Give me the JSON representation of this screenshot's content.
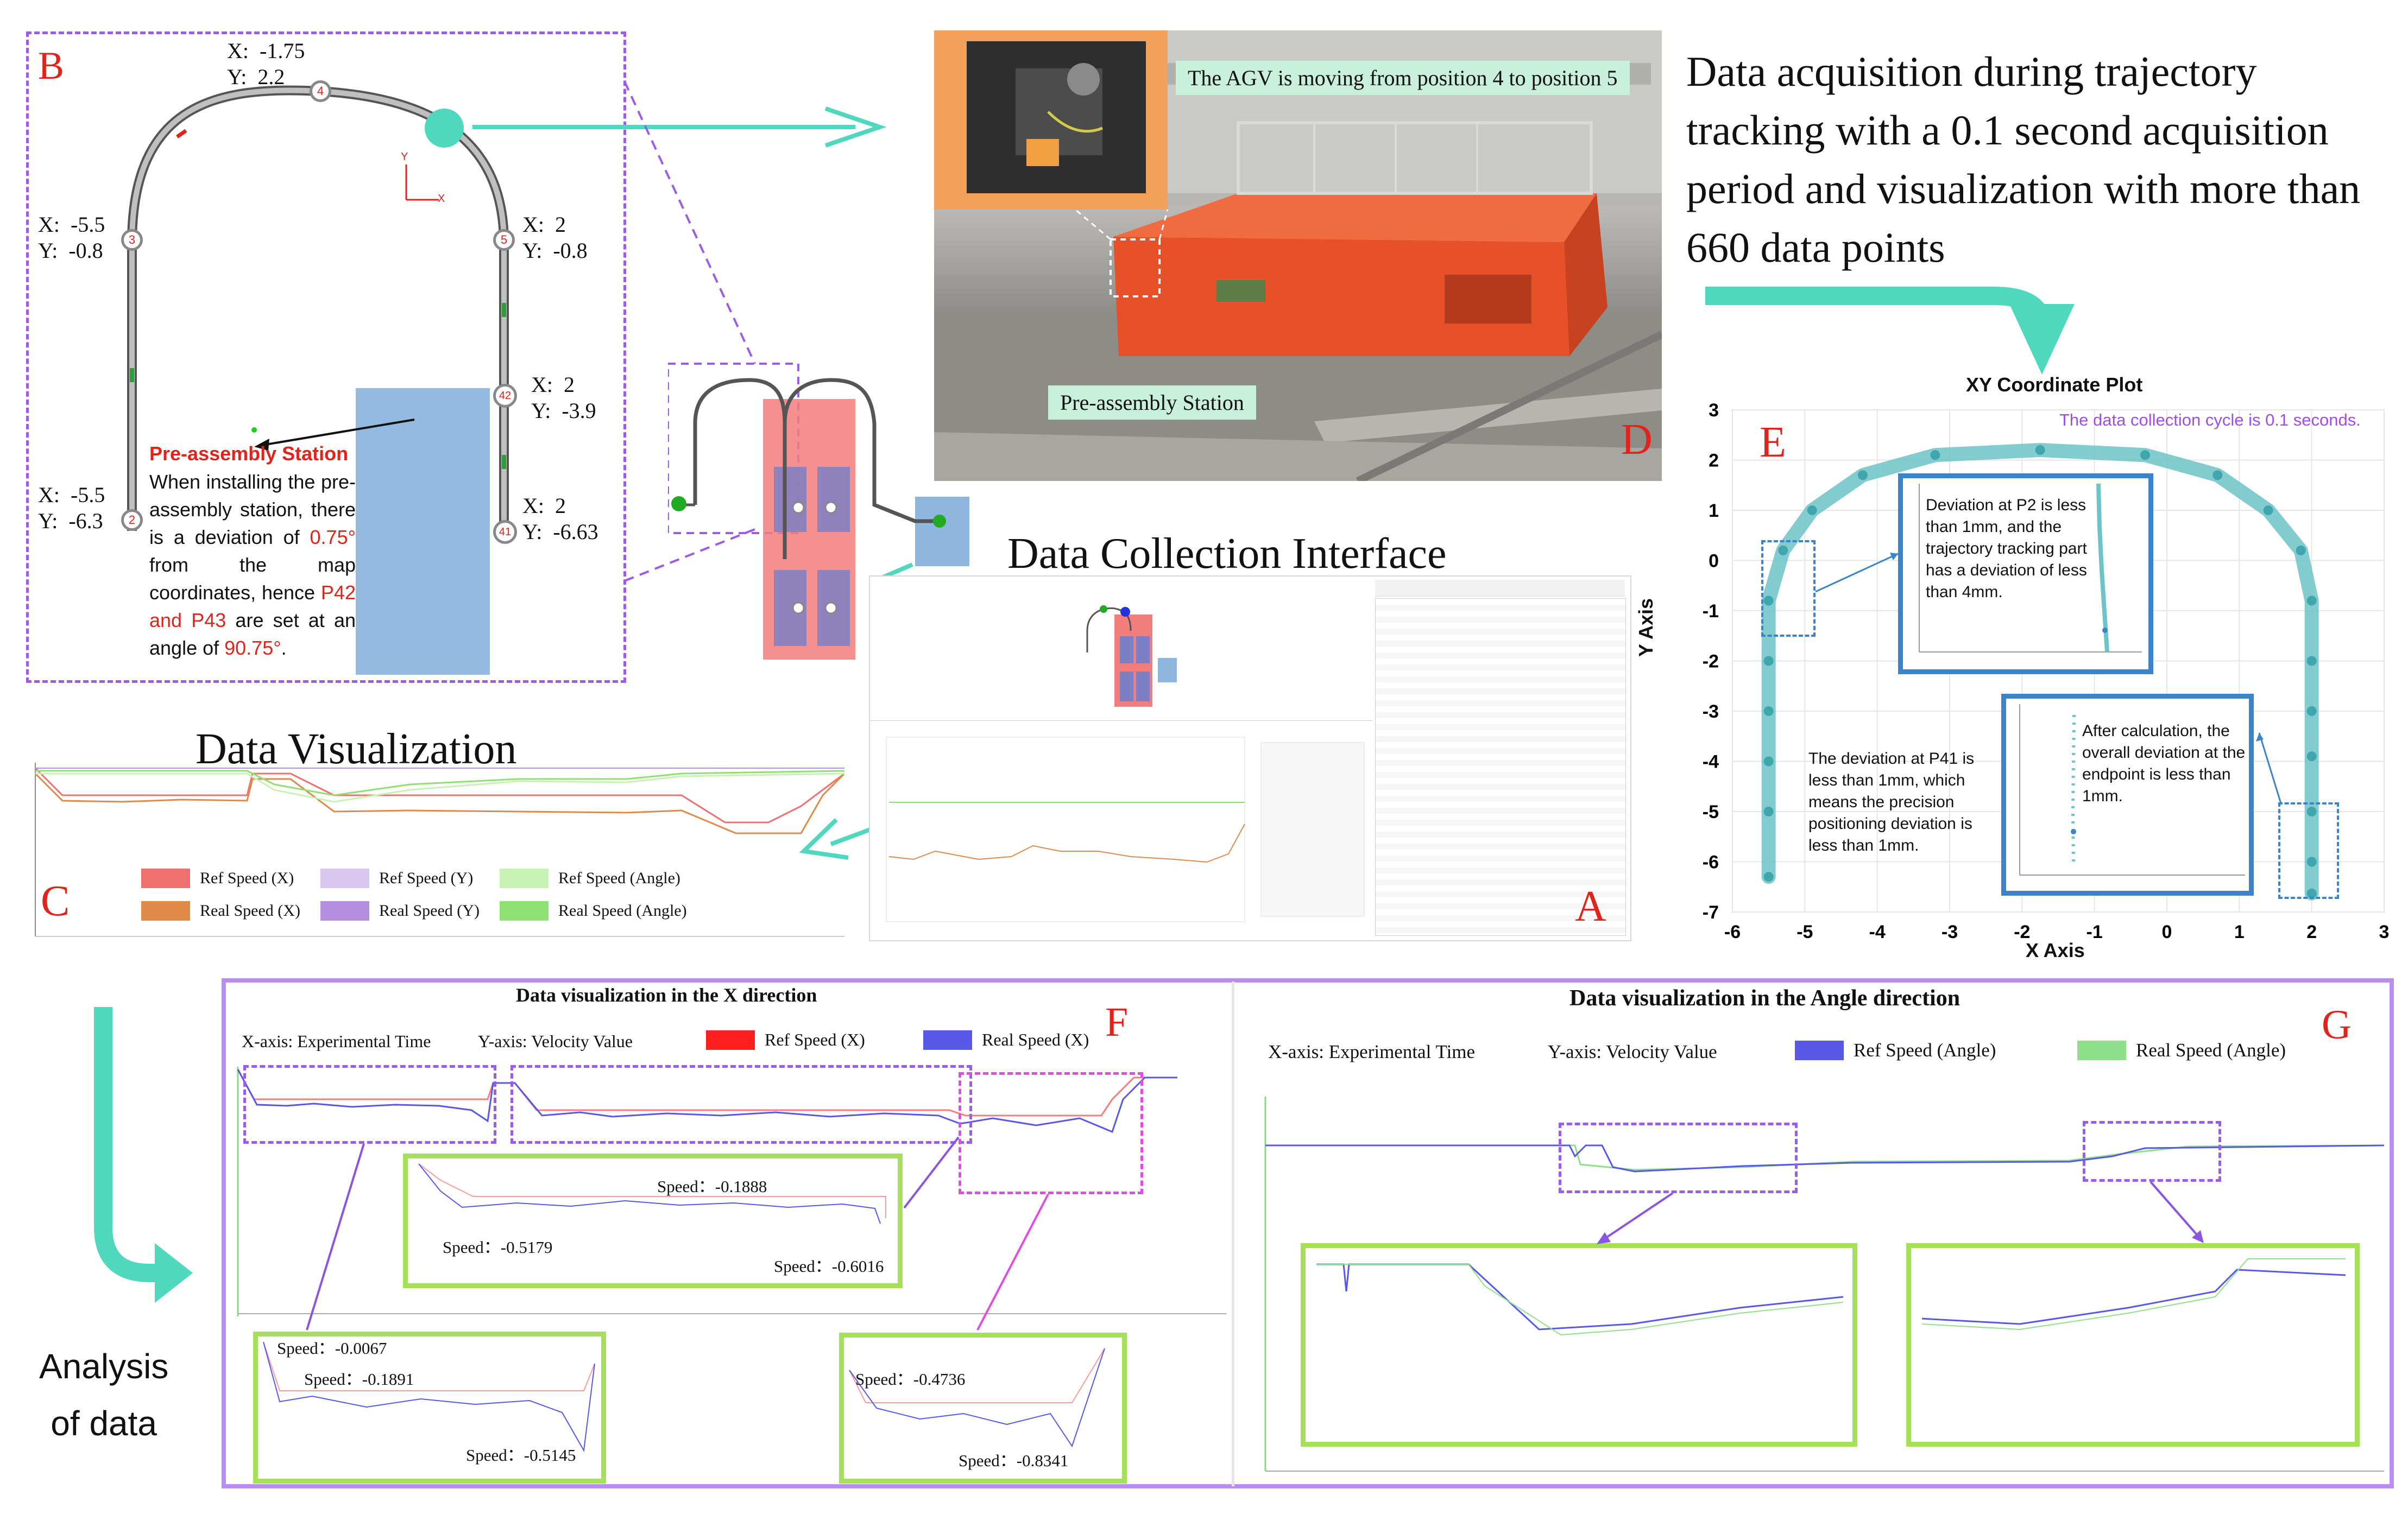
{
  "panels": {
    "A": "A",
    "B": "B",
    "C": "C",
    "D": "D",
    "E": "E",
    "F": "F",
    "G": "G"
  },
  "panel_b": {
    "coords": {
      "p4": "X:  -1.75\nY:  2.2",
      "p3": "X:  -5.5\nY:  -0.8",
      "p5": "X:  2\nY:  -0.8",
      "p42": "X:  2\nY:  -3.9",
      "p2": "X:  -5.5\nY:  -6.3",
      "p41": "X:  2\nY:  -6.63"
    },
    "nodes": {
      "n4": "4",
      "n3": "3",
      "n5": "5",
      "n42": "42",
      "n2": "2",
      "n41": "41"
    },
    "axis_y": "Y",
    "axis_x": "X",
    "station_title": "Pre-assembly Station",
    "text_1": "When installing the pre-assembly station, there is a deviation of",
    "text_deg": "0.75°",
    "text_2": " from the map coordinates, hence",
    "text_p": "P42 and P43",
    "text_3": " are set at an angle of",
    "text_angle": "90.75°",
    "text_end": "."
  },
  "panel_d": {
    "caption_top": "The AGV is moving from position 4 to position 5",
    "caption_station": "Pre-assembly Station"
  },
  "headline": "Data acquisition during trajectory tracking with a 0.1 second acquisition period and visualization with more than 660 data points",
  "data_collection_interface": "Data Collection Interface",
  "data_visualization": "Data Visualization",
  "panel_c_legend": [
    {
      "label": "Ref Speed (X)",
      "color": "#f07070"
    },
    {
      "label": "Ref Speed (Y)",
      "color": "#d9c6ef"
    },
    {
      "label": "Ref Speed (Angle)",
      "color": "#c8f2b4"
    },
    {
      "label": "Real Speed (X)",
      "color": "#e08a4a"
    },
    {
      "label": "Real Speed (Y)",
      "color": "#b58ee0"
    },
    {
      "label": "Real Speed (Angle)",
      "color": "#8ee070"
    }
  ],
  "panel_e": {
    "title": "XY Coordinate Plot",
    "subtitle": "The data collection cycle is 0.1 seconds.",
    "xlabel": "X Axis",
    "ylabel": "Y Axis",
    "note_p2": "Deviation at P2 is less than 1mm, and the trajectory tracking part has a deviation of less than 4mm.",
    "note_p41": "The deviation at P41 is less than 1mm, which means the precision positioning deviation is less than 1mm.",
    "note_end": "After calculation, the overall deviation at the endpoint is less than 1mm."
  },
  "chart_data": {
    "type": "scatter",
    "title": "XY Coordinate Plot",
    "xlabel": "X Axis",
    "ylabel": "Y Axis",
    "xlim": [
      -6,
      3
    ],
    "ylim": [
      -7,
      3
    ],
    "xticks": [
      -6,
      -5,
      -4,
      -3,
      -2,
      -1,
      0,
      1,
      2,
      3
    ],
    "yticks": [
      -7,
      -6,
      -5,
      -4,
      -3,
      -2,
      -1,
      0,
      1,
      2,
      3
    ],
    "grid": true,
    "points": [
      [
        -5.5,
        -6.3
      ],
      [
        -5.5,
        -5.0
      ],
      [
        -5.5,
        -4.0
      ],
      [
        -5.5,
        -3.0
      ],
      [
        -5.5,
        -2.0
      ],
      [
        -5.5,
        -0.8
      ],
      [
        -5.3,
        0.2
      ],
      [
        -4.9,
        1.0
      ],
      [
        -4.2,
        1.7
      ],
      [
        -3.2,
        2.1
      ],
      [
        -1.75,
        2.2
      ],
      [
        -0.3,
        2.1
      ],
      [
        0.7,
        1.7
      ],
      [
        1.4,
        1.0
      ],
      [
        1.85,
        0.2
      ],
      [
        2.0,
        -0.8
      ],
      [
        2.0,
        -2.0
      ],
      [
        2.0,
        -3.0
      ],
      [
        2.0,
        -3.9
      ],
      [
        2.0,
        -5.0
      ],
      [
        2.0,
        -6.0
      ],
      [
        2.0,
        -6.63
      ]
    ]
  },
  "panel_f": {
    "title": "Data visualization in the X direction",
    "xaxis_note": "X-axis: Experimental Time",
    "yaxis_note": "Y-axis: Velocity Value",
    "legend_ref": "Ref Speed (X)",
    "legend_real": "Real Speed (X)",
    "ref_color": "#ff1f1f",
    "real_color": "#5858e8",
    "speeds": {
      "s1": "Speed：-0.1888",
      "s2": "Speed：-0.5179",
      "s3": "Speed：-0.6016",
      "s4": "Speed：-0.0067",
      "s5": "Speed：-0.1891",
      "s6": "Speed：-0.5145",
      "s7": "Speed：-0.4736",
      "s8": "Speed：-0.8341"
    }
  },
  "panel_g": {
    "title": "Data visualization in the Angle direction",
    "xaxis_note": "X-axis: Experimental Time",
    "yaxis_note": "Y-axis: Velocity Value",
    "legend_ref": "Ref Speed (Angle)",
    "legend_real": "Real Speed (Angle)",
    "ref_color": "#5858e8",
    "real_color": "#8fe08a"
  },
  "analysis_of_data": "Analysis\nof data"
}
